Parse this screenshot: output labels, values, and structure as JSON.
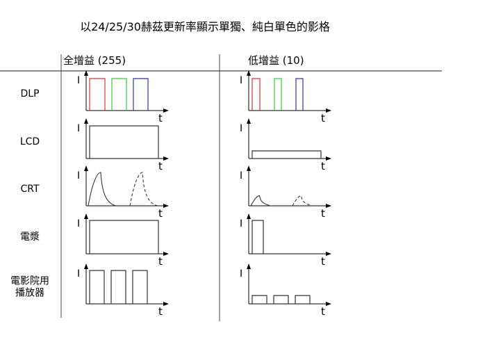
{
  "title": "以24/25/30赫茲更新率顯示單獨、純白單色的影格",
  "columns": {
    "full_gain": "全增益 (255)",
    "low_gain": "低增益 (10)"
  },
  "rows": [
    {
      "id": "dlp",
      "lines": [
        "DLP"
      ]
    },
    {
      "id": "lcd",
      "lines": [
        "LCD"
      ]
    },
    {
      "id": "crt",
      "lines": [
        "CRT"
      ]
    },
    {
      "id": "plasma",
      "lines": [
        "電漿"
      ]
    },
    {
      "id": "cinema",
      "lines": [
        "電影院用",
        "播放器"
      ]
    }
  ],
  "axis": {
    "y_label": "I",
    "x_label": "t"
  },
  "colors": {
    "red": "#e03030",
    "green": "#30d030",
    "blue": "#3030c0",
    "line": "#333333"
  }
}
